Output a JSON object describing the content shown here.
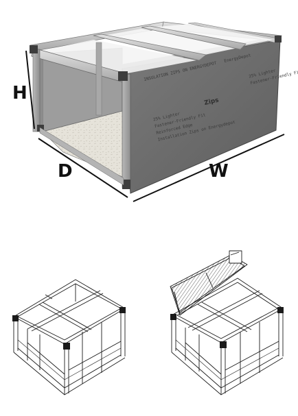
{
  "dimension_labels": {
    "height": "H",
    "depth": "D",
    "width": "W"
  },
  "panel_print": {
    "header": "INSULATION ZIPS ON ENERGYDEPOT",
    "brand": "EnergyDepot",
    "lines": [
      "25% Lighter",
      "Fastener-Friendly Fit",
      "Reinforced Edge",
      "Installation Zips on Energydepot"
    ],
    "logo": "Zips"
  },
  "colors": {
    "panel": "#6e6e6e",
    "frame": "#c9c9c9",
    "floor": "#e3e0d8",
    "line": "#1a1a1a"
  }
}
